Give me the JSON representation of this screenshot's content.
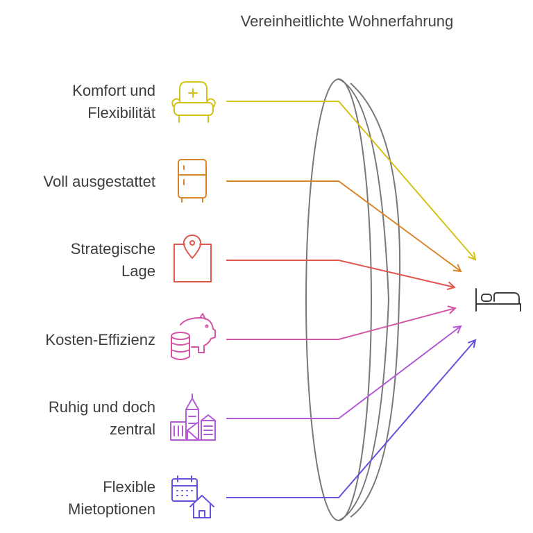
{
  "title": "Vereinheitlichte Wohnerfahrung",
  "target": {
    "icon": "bed-icon",
    "color": "#3d3d3d"
  },
  "lens": {
    "color": "#777777"
  },
  "items": [
    {
      "label": "Komfort und\nFlexibilität",
      "icon": "armchair-icon",
      "color": "#d4c21a"
    },
    {
      "label": "Voll ausgestattet",
      "icon": "refrigerator-icon",
      "color": "#d8862a"
    },
    {
      "label": "Strategische\nLage",
      "icon": "map-pin-icon",
      "color": "#e0574f"
    },
    {
      "label": "Kosten-Effizienz",
      "icon": "piggy-bank-icon",
      "color": "#d455a6"
    },
    {
      "label": "Ruhig und doch\nzentral",
      "icon": "city-buildings-icon",
      "color": "#b35ad6"
    },
    {
      "label": "Flexible\nMietoptionen",
      "icon": "calendar-house-icon",
      "color": "#6a4fdc"
    }
  ]
}
